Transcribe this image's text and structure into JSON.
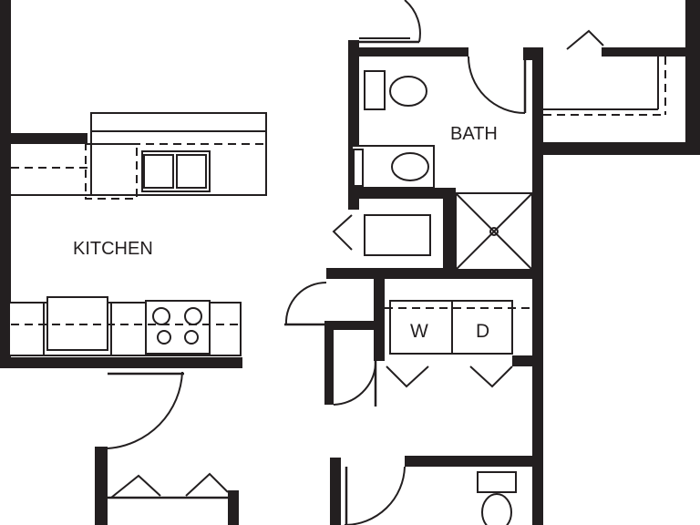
{
  "rooms": {
    "kitchen": "KITCHEN",
    "bath": "BATH"
  },
  "appliances": {
    "washer": "W",
    "dryer": "D"
  },
  "colors": {
    "ink": "#231f20",
    "paper": "#ffffff"
  }
}
